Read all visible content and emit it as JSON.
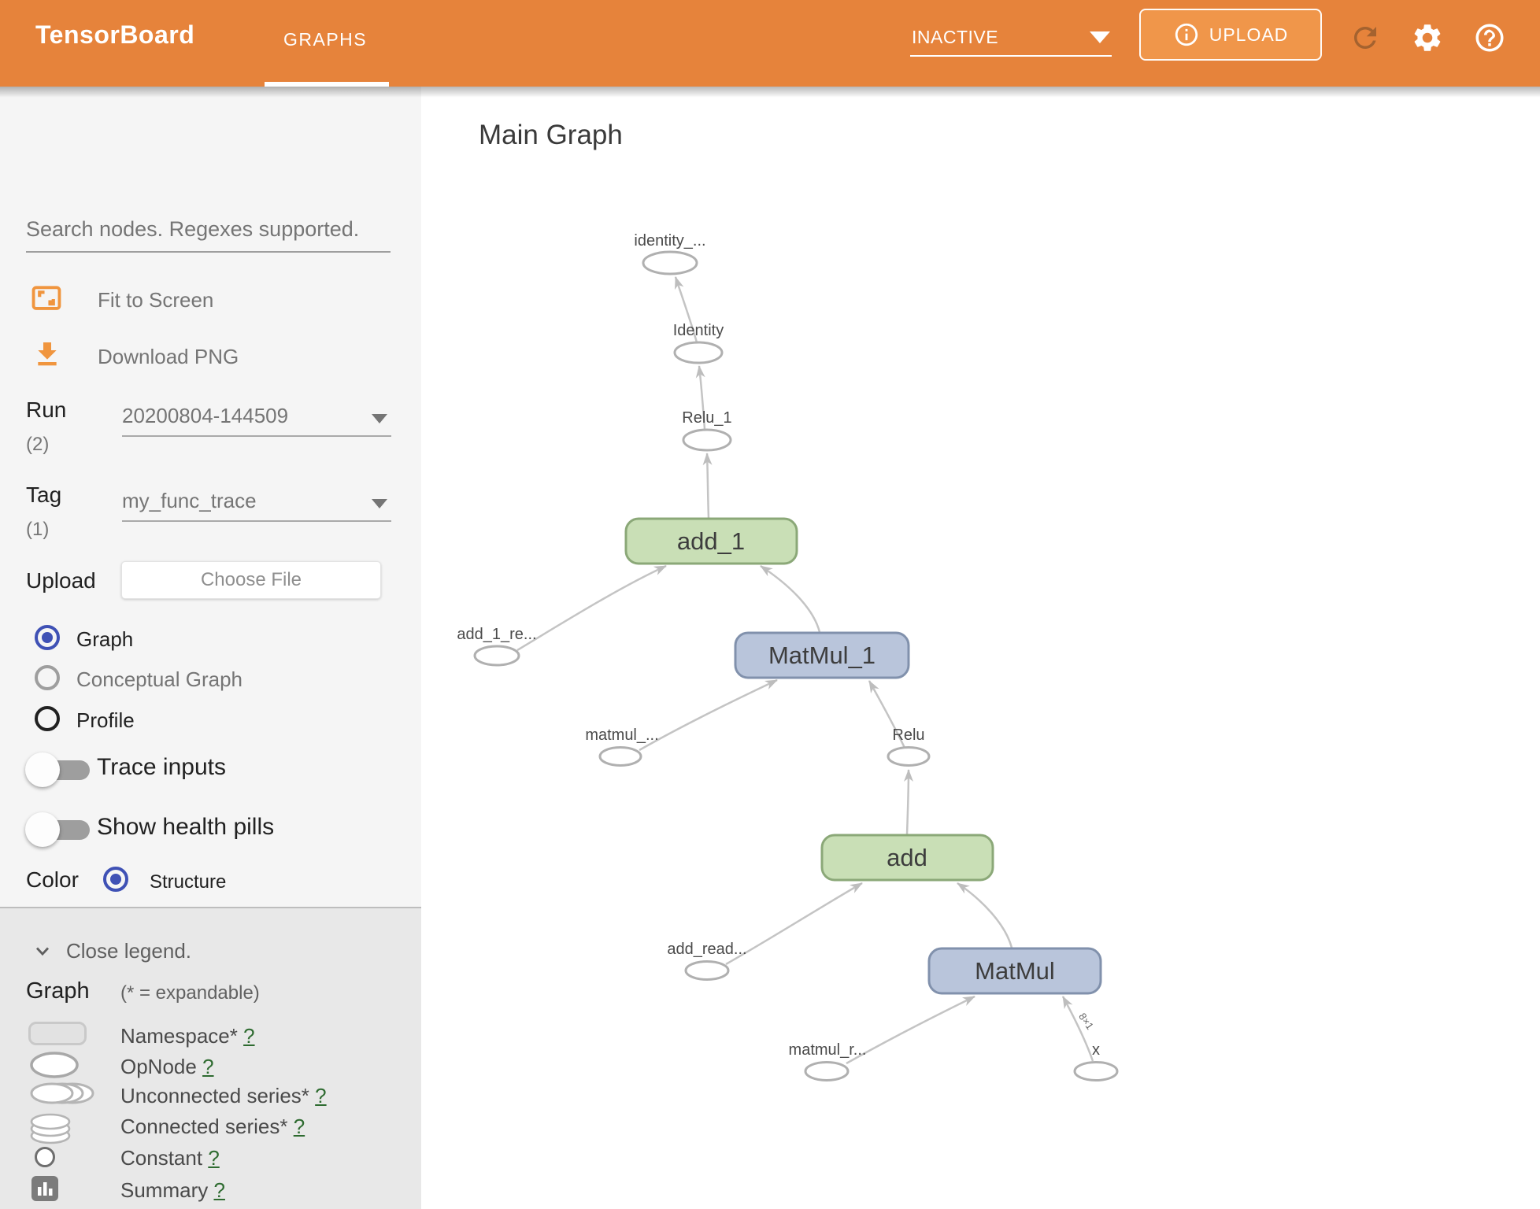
{
  "header": {
    "brand": "TensorBoard",
    "tab": "GRAPHS",
    "status_dropdown": "INACTIVE",
    "upload_label": "UPLOAD"
  },
  "sidebar": {
    "search_placeholder": "Search nodes. Regexes supported.",
    "fit_to_screen": "Fit to Screen",
    "download_png": "Download PNG",
    "run": {
      "label": "Run",
      "count": "(2)",
      "value": "20200804-144509"
    },
    "tag": {
      "label": "Tag",
      "count": "(1)",
      "value": "my_func_trace"
    },
    "upload": {
      "label": "Upload",
      "button": "Choose File"
    },
    "graph_types": [
      {
        "label": "Graph",
        "selected": true
      },
      {
        "label": "Conceptual Graph",
        "selected": false
      },
      {
        "label": "Profile",
        "selected": false
      }
    ],
    "toggles": [
      {
        "label": "Trace inputs",
        "on": false
      },
      {
        "label": "Show health pills",
        "on": false
      }
    ],
    "color_by": {
      "label": "Color",
      "option": "Structure"
    }
  },
  "legend": {
    "close_label": "Close legend.",
    "heading": "Graph",
    "heading_note": "(* = expandable)",
    "items": [
      {
        "label": "Namespace*",
        "help": "?"
      },
      {
        "label": "OpNode",
        "help": "?"
      },
      {
        "label": "Unconnected series*",
        "help": "?"
      },
      {
        "label": "Connected series*",
        "help": "?"
      },
      {
        "label": "Constant",
        "help": "?"
      },
      {
        "label": "Summary",
        "help": "?"
      }
    ]
  },
  "main": {
    "title": "Main Graph",
    "graph": {
      "op_nodes": [
        "identity_...",
        "Identity",
        "Relu_1",
        "add_1_re...",
        "matmul_...",
        "Relu",
        "add_read...",
        "matmul_r...",
        "x"
      ],
      "function_nodes": [
        "add_1",
        "MatMul_1",
        "add",
        "MatMul"
      ],
      "edge_label": "8×1"
    }
  },
  "colors": {
    "header_orange": "#e6833b",
    "accent_orange": "#f0953e",
    "selected_indigo": "#3f51b5",
    "fn_green_fill": "#c9dfb6",
    "fn_green_stroke": "#8ba878",
    "fn_blue_fill": "#b9c5db",
    "fn_blue_stroke": "#8191ac",
    "help_green": "#2e6b30"
  }
}
